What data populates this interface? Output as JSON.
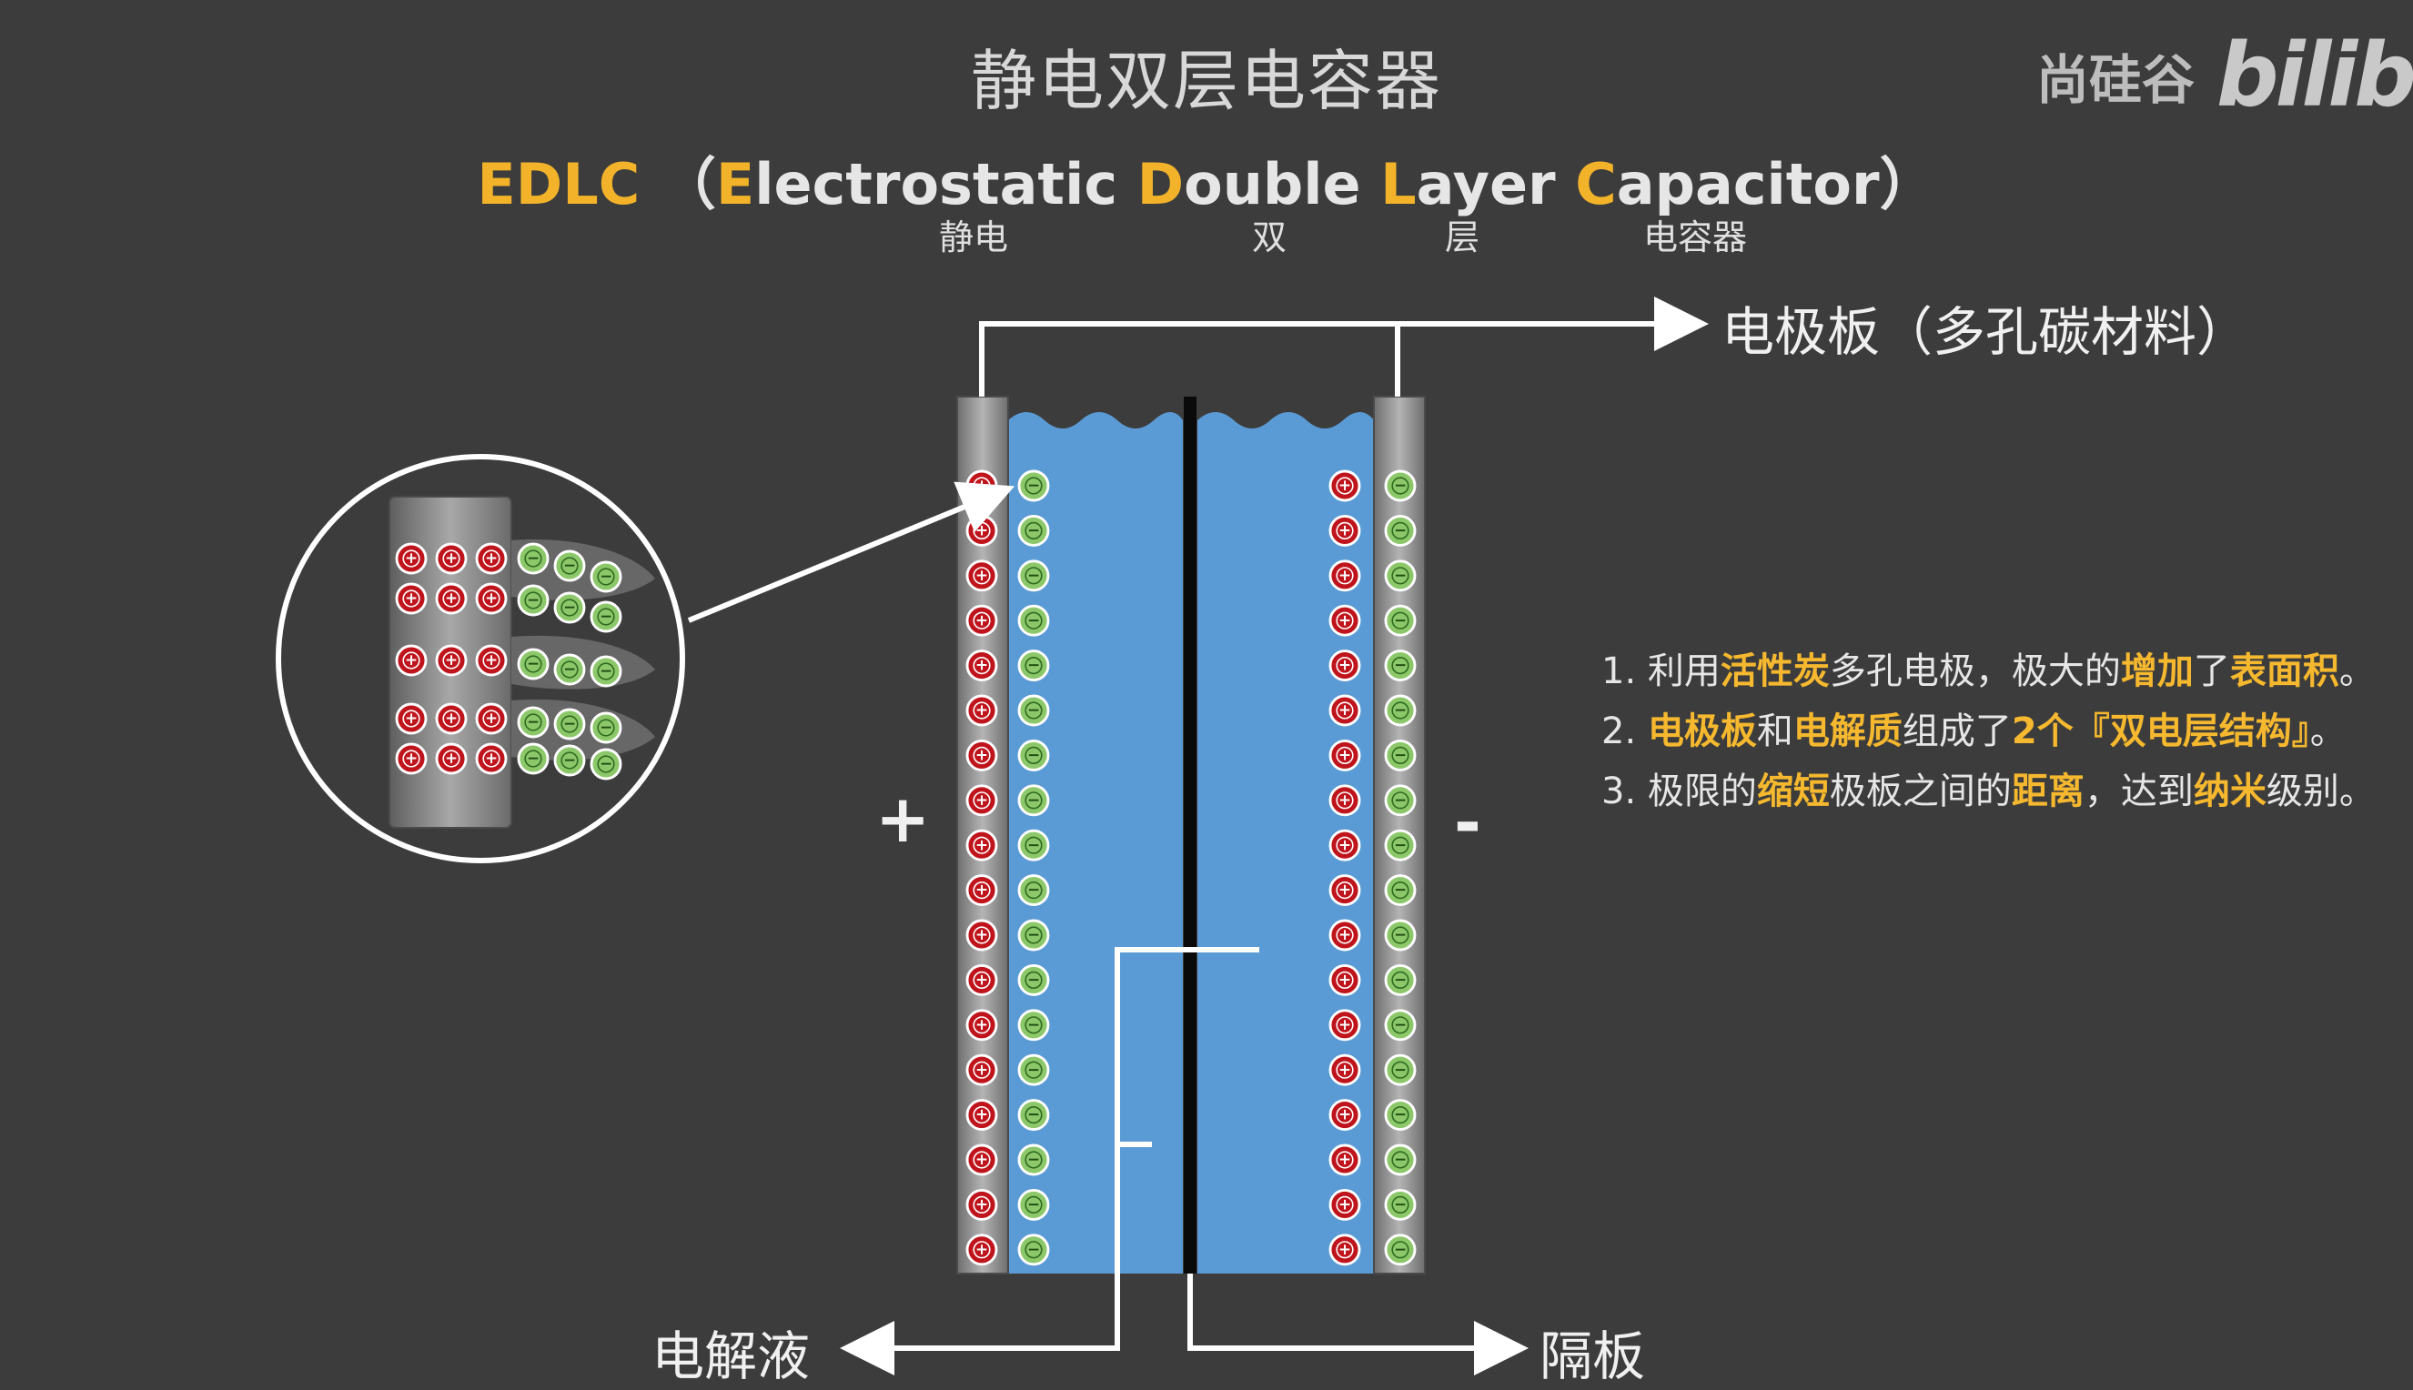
{
  "title": "静电双层电容器",
  "logo": {
    "brand": "尚硅谷",
    "site": "bilib"
  },
  "subtitle": {
    "p1": "E",
    "p2": "DLC",
    "p3": "  （",
    "p4": "E",
    "p5": "lectrostatic ",
    "p6": "D",
    "p7": "ouble ",
    "p8": "L",
    "p9": "ayer ",
    "p10": "C",
    "p11": "apacitor）"
  },
  "subtitle_zh": [
    "静电",
    "双",
    "层",
    "电容器"
  ],
  "labels": {
    "electrode": "电极板（多孔碳材料）",
    "electrolyte": "电解液",
    "separator": "隔板",
    "plus_sign": "+",
    "minus_sign": "-"
  },
  "notes": [
    {
      "num": "1. ",
      "parts": [
        {
          "t": "利用",
          "hl": false
        },
        {
          "t": "活性炭",
          "hl": true
        },
        {
          "t": "多孔电极，极大的",
          "hl": false
        },
        {
          "t": "增加",
          "hl": true
        },
        {
          "t": "了",
          "hl": false
        },
        {
          "t": "表面积",
          "hl": true
        },
        {
          "t": "。",
          "hl": false
        }
      ]
    },
    {
      "num": "2. ",
      "parts": [
        {
          "t": "电极板",
          "hl": true
        },
        {
          "t": "和",
          "hl": false
        },
        {
          "t": "电解质",
          "hl": true
        },
        {
          "t": "组成了",
          "hl": false
        },
        {
          "t": "2个『双电层结构』",
          "hl": true
        },
        {
          "t": "。",
          "hl": false
        }
      ]
    },
    {
      "num": "3. ",
      "parts": [
        {
          "t": "极限的",
          "hl": false
        },
        {
          "t": "缩短",
          "hl": true
        },
        {
          "t": "极板之间的",
          "hl": false
        },
        {
          "t": "距离",
          "hl": true
        },
        {
          "t": "，达到",
          "hl": false
        },
        {
          "t": "纳米",
          "hl": true
        },
        {
          "t": "级别。",
          "hl": false
        }
      ]
    }
  ],
  "ion_symbols": {
    "positive": "+",
    "negative": "−"
  },
  "colors": {
    "background": "#3c3c3c",
    "accent": "#f2b32a",
    "electrolyte": "#5b9bd5",
    "positive_ion": "#c0141c",
    "negative_ion": "#8cc86a",
    "electrode": "#8c8c8c"
  }
}
